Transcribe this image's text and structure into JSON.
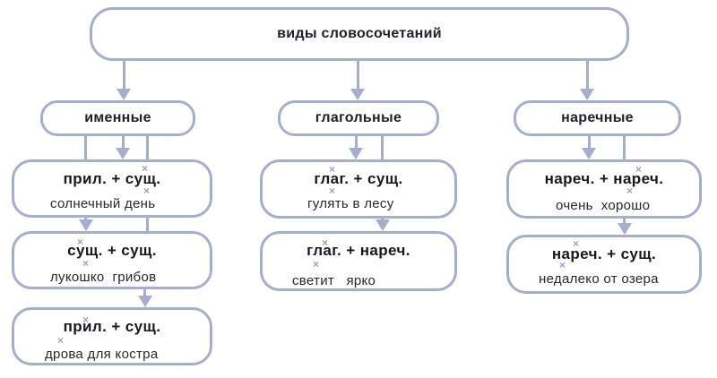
{
  "title": {
    "label": "виды словосочетаний"
  },
  "marks": {
    "glyph": "×"
  },
  "colors": {
    "line": "#a6adce",
    "mark": "#9aa1c2",
    "text": "#1f2126"
  },
  "branches": [
    {
      "label": "именные",
      "boxes": [
        {
          "formula": "прил. + сущ.",
          "example": "солнечный день"
        },
        {
          "formula": "сущ. + сущ.",
          "example": "лукошко  грибов"
        },
        {
          "formula": "прил. + сущ.",
          "example": "дрова для костра"
        }
      ]
    },
    {
      "label": "глагольные",
      "boxes": [
        {
          "formula": "глаг. + сущ.",
          "example": "гулять в лесу"
        },
        {
          "formula": "глаг. + нареч.",
          "example": "светит   ярко"
        }
      ]
    },
    {
      "label": "наречные",
      "boxes": [
        {
          "formula": "нареч. + нареч.",
          "example": "очень  хорошо"
        },
        {
          "formula": "нареч. + сущ.",
          "example": "недалеко от озера"
        }
      ]
    }
  ]
}
